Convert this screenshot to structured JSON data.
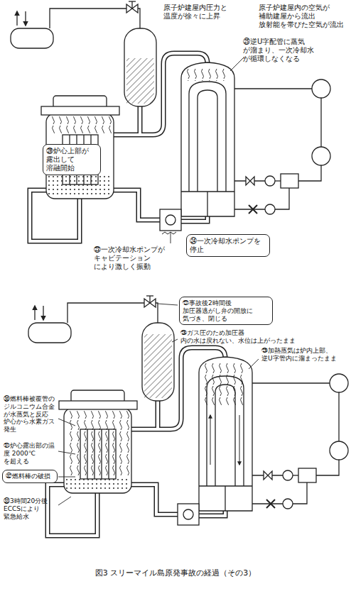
{
  "diagram": {
    "caption": "図3 スリーマイル島原発事故の経過（その3）",
    "nodes": [
      {
        "text": [
          "㉖炉心上部が 露出して 溶融開始"
        ]
      },
      {
        "text": [
          "㉔一次冷却水ポンプを 停止"
        ]
      },
      {
        "text": [
          "㉗事故後2時間後 加圧器逃がし弁の開放に 気づき、閉じる"
        ]
      },
      {
        "text": [
          "㉜燃料棒の破損"
        ]
      }
    ],
    "labels": [
      "原子炉建屋内圧力と 温度が徐々に上昇",
      "原子炉建屋内の空気が 補助建屋から流出 放射能を帯びた空気が流出",
      "㉕逆U字配管に蒸気 が溜まり、一次冷却水 が循環しなくなる",
      "㉓一次冷却水ポンプが キャビテーション により激しく振動",
      "㉘ガス圧のため加圧器 内の水は戻れない、水位は上がったまま",
      "㉙加熱蒸気は炉内上部、 逆U字管内に溜まったまま",
      "㉚燃料棒被覆管の ジルコニウム合金 が水蒸気と反応 炉心から水素ガス発生",
      "㉛炉心露出部の温度 2000℃を超える",
      "㉝3時間20分後 ECCSにより 緊急給水"
    ]
  }
}
